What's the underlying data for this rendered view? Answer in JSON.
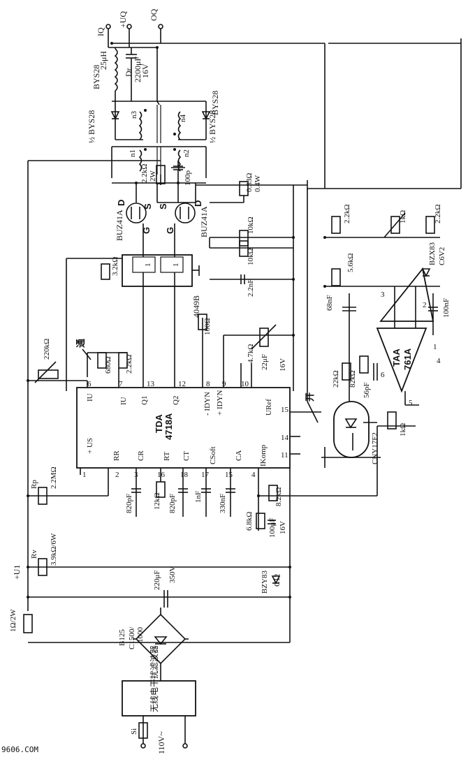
{
  "labels": {
    "IQ": "IQ",
    "UQ": "+UQ",
    "OQ": "OQ",
    "ind": "25μH",
    "dr": "Dr",
    "bys_top": "BYS28",
    "bys_left": "½ BYS28",
    "bys_right": "BYS28",
    "bys_right2": "½ BYS28",
    "cap_out": "2200μF",
    "cap_out_v": "16V",
    "n1": "n1",
    "n2": "n2",
    "n3": "n3",
    "n4": "n4",
    "r22k_2w": "2.2kΩ",
    "r2w": "2W",
    "c100p": "100p",
    "r033": "0.33Ω",
    "r04w": "0.4W",
    "buz_left": "BUZ41A",
    "buz_right": "BUZ41A",
    "D": "D",
    "S": "S",
    "G": "G",
    "cd4049": "4049B",
    "r32k": "3.2kΩ",
    "r100": "100Ω",
    "r10k_a": "10kΩ",
    "r10k_b": "10kΩ",
    "c22n": "2.2nF",
    "r22k_top": "2.2kΩ",
    "r1k": "1kΩ",
    "r22k_b": "2.2kΩ",
    "r56k": "5.6kΩ",
    "bzx": "BZX83",
    "c6v2": "C6V2",
    "c68n": "68nF",
    "c100n": "100nF",
    "r22k_op": "22kΩ",
    "r82k": "82kΩ",
    "c56p": "56pF",
    "taa": "TAA",
    "taa761": "761A",
    "cny": "CNY17F2",
    "r1k_b": "1kΩ",
    "tda": "TDA",
    "tda4718": "4718A",
    "r47k": "4.7kΩ",
    "c22u": "22μF",
    "c16v": "16V",
    "r220k": "220kΩ",
    "r680": "680Ω",
    "r22k_c": "2.2kΩ",
    "rp": "Rp",
    "r22m": "2.2MΩ",
    "rv": "Rv",
    "r39k": "3.9kΩ/6W",
    "c820a": "820pF",
    "r12k": "12kΩ",
    "c820b": "820pF",
    "c1n": "1nF",
    "c330n": "330nF",
    "r82k_b": "8.2kΩ",
    "r68k": "6.8kΩ",
    "c100u": "100μF",
    "c100u_v": "16V",
    "bzy": "BZY83",
    "c12": "C12",
    "c220u": "220μF",
    "c350v": "350V",
    "U1": "+U1",
    "r1ohm": "1Ω/2W",
    "bridge1": "B125",
    "bridge2": "C1500/",
    "bridge3": "1000",
    "filter": "无线电干扰滤波器",
    "si": "Si",
    "mains": "110V~",
    "kai": "开",
    "guan": "通",
    "pin_IU": "IU",
    "pin_IU2": "IU",
    "pin_Q1": "Q1",
    "pin_Q2": "Q2",
    "pin_IDYN_n": "- IDYN",
    "pin_IDYN_p": "+ IDYN",
    "pin_URef": "URef",
    "pin_US": "+ US",
    "pin_RR": "RR",
    "pin_CR": "CR",
    "pin_RT": "RT",
    "pin_CT": "CT",
    "pin_CSoft": "CSoft",
    "pin_CA": "CA",
    "pin_IKomp": "IKomp",
    "watermark": "9606.COM"
  },
  "pins": {
    "p6": "6",
    "p7": "7",
    "p13": "13",
    "p12": "12",
    "p8": "8",
    "p9": "9",
    "p10": "10",
    "p15": "15",
    "p14": "14",
    "p11": "11",
    "p1": "1",
    "p2": "2",
    "p3": "3",
    "p16": "16",
    "p18": "18",
    "p17": "17",
    "p15b": "15",
    "p4": "4",
    "op1": "1",
    "op2": "2",
    "op3": "3",
    "op4": "4",
    "op5": "5",
    "op6": "6",
    "inv1": "1",
    "inv2": "1"
  }
}
